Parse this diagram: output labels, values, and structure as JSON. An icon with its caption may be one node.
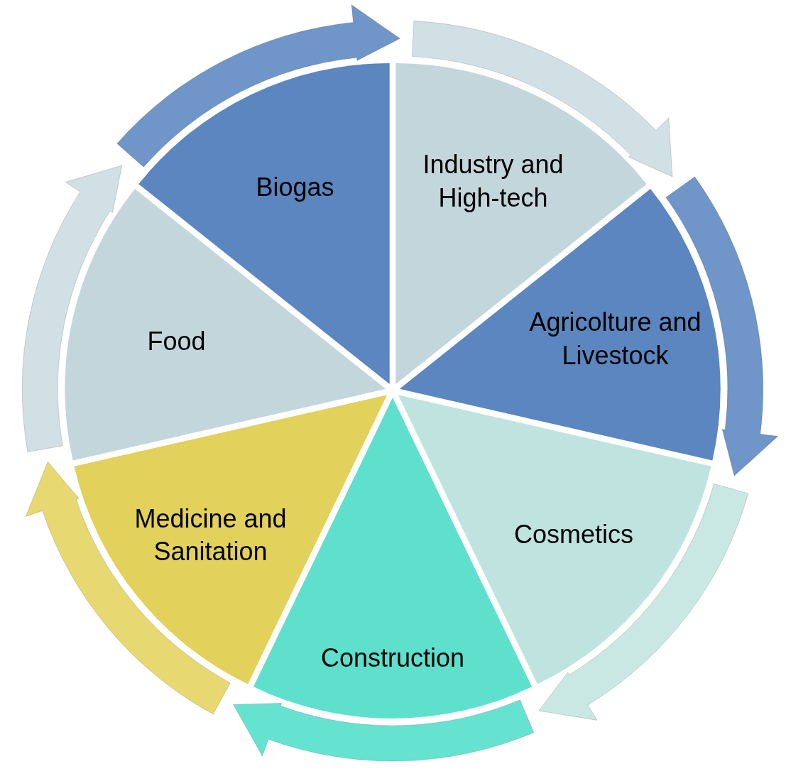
{
  "diagram": {
    "nodes": [
      {
        "text": [
          "Biogas"
        ]
      },
      {
        "text": [
          "Industry and High-tech"
        ]
      },
      {
        "text": [
          "Agricolture and Livestock"
        ]
      },
      {
        "text": [
          "Cosmetics"
        ]
      },
      {
        "text": [
          "Construction"
        ]
      },
      {
        "text": [
          "Medicine and Sanitation"
        ]
      },
      {
        "text": [
          "Food"
        ]
      }
    ],
    "edges": [
      {
        "from": 0,
        "to": 1,
        "arrow": "to"
      },
      {
        "from": 1,
        "to": 2,
        "arrow": "to"
      },
      {
        "from": 2,
        "to": 3,
        "arrow": "to"
      },
      {
        "from": 3,
        "to": 4,
        "arrow": "to"
      },
      {
        "from": 4,
        "to": 5,
        "arrow": "to"
      },
      {
        "from": 5,
        "to": 6,
        "arrow": "to"
      },
      {
        "from": 6,
        "to": 0,
        "arrow": "to"
      }
    ]
  }
}
